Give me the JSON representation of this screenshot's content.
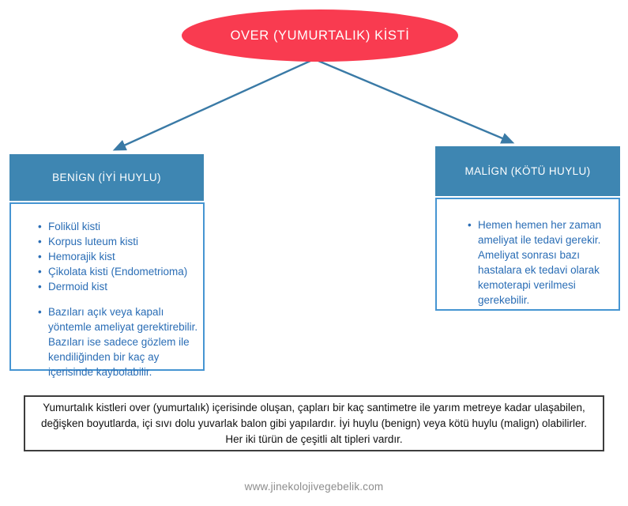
{
  "colors": {
    "root_fill": "#f93b50",
    "header_fill": "#3e86b2",
    "content_border": "#4695d2",
    "bullet_text": "#2a6db5",
    "arrow": "#3a7aa6",
    "summary_border": "#3d3d3d",
    "footer_text": "#8c8c8c"
  },
  "root": {
    "label": "OVER (YUMURTALIK) KİSTİ"
  },
  "benign": {
    "header": "BENİGN (İYİ HUYLU)",
    "cyst_types": [
      "Folikül kisti",
      "Korpus luteum kisti",
      "Hemorajik kist",
      "Çikolata kisti (Endometrioma)",
      "Dermoid kist"
    ],
    "note": "Bazıları açık veya kapalı yöntemle ameliyat gerektirebilir. Bazıları ise sadece gözlem ile kendiliğinden bir kaç ay içerisinde kaybolabilir."
  },
  "malign": {
    "header": "MALİGN (KÖTÜ HUYLU)",
    "note": "Hemen hemen her zaman ameliyat ile tedavi gerekir. Ameliyat sonrası bazı hastalara ek tedavi olarak kemoterapi verilmesi gerekebilir."
  },
  "summary": "Yumurtalık kistleri over (yumurtalık) içerisinde oluşan, çapları bir kaç santimetre ile yarım metreye  kadar ulaşabilen, değişken boyutlarda, içi sıvı dolu yuvarlak balon gibi yapılardır. İyi huylu (benign) veya kötü huylu (malign) olabilirler. Her iki türün de çeşitli alt tipleri vardır.",
  "footer": "www.jinekolojivegebelik.com"
}
